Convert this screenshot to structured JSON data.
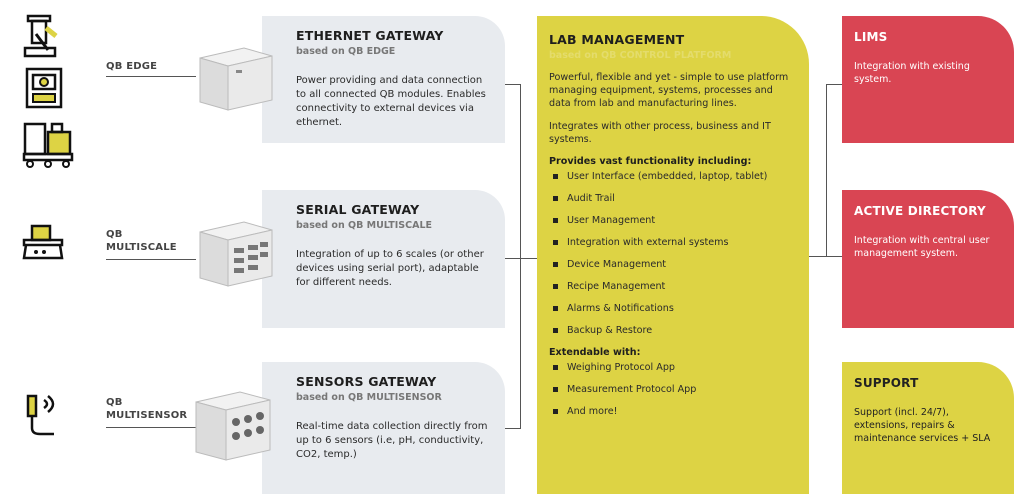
{
  "devices": [
    {
      "label": "QB EDGE"
    },
    {
      "label_lines": [
        "QB",
        "MULTISCALE"
      ]
    },
    {
      "label_lines": [
        "QB",
        "MULTISENSOR"
      ]
    }
  ],
  "gateways": [
    {
      "title": "ETHERNET GATEWAY",
      "subtitle": "based on QB EDGE",
      "description": "Power providing and data connection to all connected QB modules. Enables connectivity to external devices via ethernet."
    },
    {
      "title": "SERIAL GATEWAY",
      "subtitle": "based on QB MULTISCALE",
      "description": "Integration of up to 6 scales (or other devices using serial port), adaptable for different needs."
    },
    {
      "title": "SENSORS GATEWAY",
      "subtitle": "based on QB MULTISENSOR",
      "description": "Real-time data collection directly from up to 6 sensors (i.e, pH, conductivity, CO2, temp.)"
    }
  ],
  "lab": {
    "title": "LAB MANAGEMENT",
    "subtitle": "based on QB CONTROL PLATFORM",
    "intro": "Powerful, flexible and yet - simple to use platform managing equipment, systems, processes and data from lab and manufacturing lines.",
    "integrates": "Integrates with other process, business and IT systems.",
    "features_heading": "Provides vast functionality including:",
    "features": [
      "User Interface (embedded, laptop, tablet)",
      "Audit Trail",
      "User Management",
      "Integration with external systems",
      "Device Management",
      "Recipe Management",
      "Alarms & Notifications",
      "Backup & Restore"
    ],
    "extend_heading": "Extendable with:",
    "extensions": [
      "Weighing Protocol App",
      "Measurement Protocol App",
      "And more!"
    ]
  },
  "right_cards": [
    {
      "title": "LIMS",
      "description": "Integration with existing system."
    },
    {
      "title": "ACTIVE DIRECTORY",
      "description": "Integration with central user management system."
    },
    {
      "title": "SUPPORT",
      "description": "Support (incl. 24/7), extensions, repairs & maintenance services + SLA"
    }
  ],
  "colors": {
    "gateway_bg": "#e8ebef",
    "lab_bg": "#ddd344",
    "red": "#d94553",
    "support_bg": "#ddd344",
    "line": "#555555"
  }
}
